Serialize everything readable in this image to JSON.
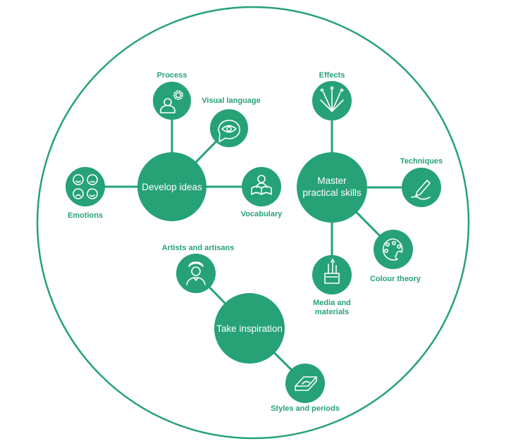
{
  "diagram": {
    "colors": {
      "primary": "#26a276",
      "icon": "#ffffff",
      "background": "#ffffff"
    },
    "hubs": {
      "develop_ideas": "Develop ideas",
      "master_skills_1": "Master",
      "master_skills_2": "practical skills",
      "take_inspiration": "Take inspiration"
    },
    "nodes": {
      "process": "Process",
      "visual_language": "Visual language",
      "emotions": "Emotions",
      "vocabulary": "Vocabulary",
      "effects": "Effects",
      "techniques": "Techniques",
      "colour_theory": "Colour theory",
      "media_materials_1": "Media and",
      "media_materials_2": "materials",
      "artists_artisans": "Artists and artisans",
      "styles_periods": "Styles and periods"
    },
    "icons": [
      "person-gear-icon",
      "eye-speech-bubble-icon",
      "emotion-faces-icon",
      "person-reading-book-icon",
      "fireworks-icon",
      "pen-drawing-icon",
      "palette-icon",
      "brushes-in-jar-icon",
      "artist-portrait-icon",
      "tile-pattern-icon"
    ]
  }
}
